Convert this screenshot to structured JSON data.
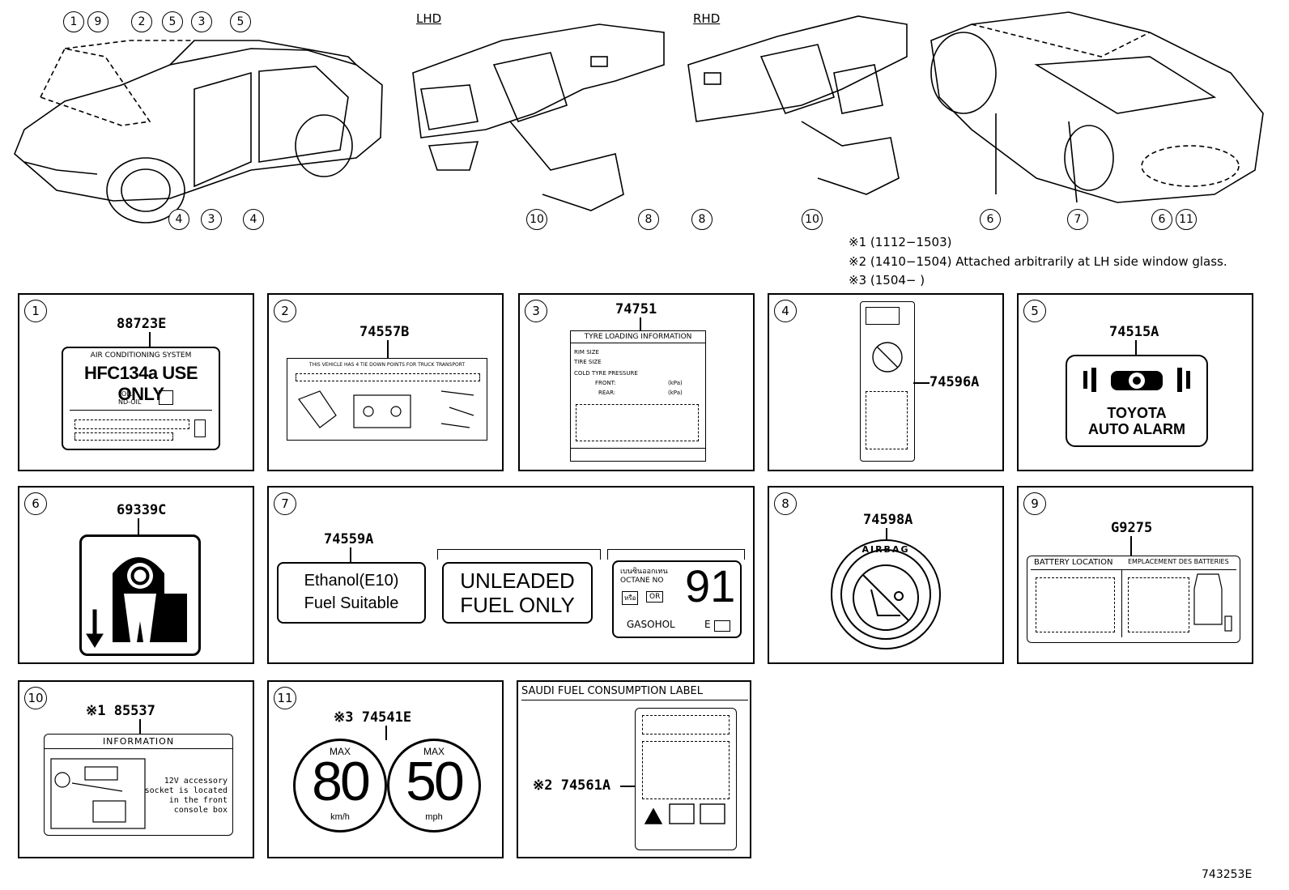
{
  "diagram_id": "743253E",
  "top": {
    "lhd": "LHD",
    "rhd": "RHD",
    "car_front_callouts": [
      "1",
      "9",
      "2",
      "5",
      "3",
      "5",
      "4",
      "3",
      "4"
    ],
    "lhd_callouts": [
      "10",
      "8"
    ],
    "rhd_callouts": [
      "8",
      "10"
    ],
    "car_rear_callouts": [
      "6",
      "7",
      "6",
      "11"
    ]
  },
  "notes": [
    "※1 (1112−1503)",
    "※2 (1410−1504) Attached arbitrarily at LH side window glass.",
    "※3 (1504−        )"
  ],
  "panels": {
    "p1": {
      "num": "1",
      "part": "88723E",
      "title": "AIR CONDITIONING SYSTEM",
      "main": "HFC134a USE ONLY",
      "oil": "OIL",
      "nd_oil": "ND-OIL"
    },
    "p2": {
      "num": "2",
      "part": "74557B",
      "text": "THIS VEHICLE HAS 4 TIE DOWN POINTS FOR TRUCK TRANSPORT"
    },
    "p3": {
      "num": "3",
      "part": "74751",
      "title": "TYRE LOADING INFORMATION",
      "rim": "RIM SIZE",
      "tire": "TIRE SIZE",
      "cold": "COLD TYRE PRESSURE",
      "front": "FRONT:",
      "rear": "REAR:",
      "unit1": "(kPa)",
      "unit2": "(kPa)"
    },
    "p4": {
      "num": "4",
      "part": "74596A"
    },
    "p5": {
      "num": "5",
      "part": "74515A",
      "line1": "TOYOTA",
      "line2": "AUTO ALARM"
    },
    "p6": {
      "num": "6",
      "part": "69339C"
    },
    "p7": {
      "num": "7",
      "part": "74559A",
      "e10_l1": "Ethanol(E10)",
      "e10_l2": "Fuel Suitable",
      "unl_l1": "UNLEADED",
      "unl_l2": "FUEL ONLY",
      "octane_thai": "เบนซินออกเทน",
      "octane": "OCTANE NO",
      "octane_val": "91",
      "or_a": "หรือ",
      "or_b": "OR",
      "gasohol": "GASOHOL",
      "gasohol_e": "E"
    },
    "p8": {
      "num": "8",
      "part": "74598A",
      "airbag": "AIRBAG"
    },
    "p9": {
      "num": "9",
      "part": "G9275",
      "bat_en": "BATTERY LOCATION",
      "bat_fr": "EMPLACEMENT DES BATTERIES"
    },
    "p10": {
      "num": "10",
      "part": "※1 85537",
      "title": "INFORMATION",
      "l1": "12V accessory",
      "l2": "socket is located",
      "l3": "in the front",
      "l4": "console box"
    },
    "p11": {
      "num": "11",
      "part": "※3 74541E",
      "max1": "MAX",
      "val1": "80",
      "unit1": "km/h",
      "max2": "MAX",
      "val2": "50",
      "unit2": "mph"
    },
    "p12": {
      "title": "SAUDI FUEL CONSUMPTION LABEL",
      "part": "※2 74561A"
    }
  }
}
